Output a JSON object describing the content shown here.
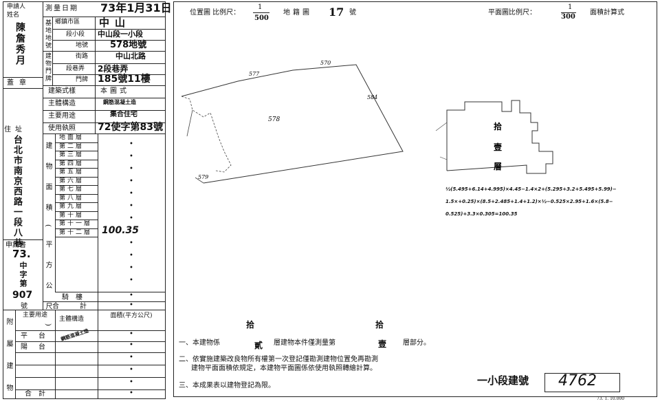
{
  "left_form": {
    "applicant_label": "申請人",
    "applicant_label2": "姓名",
    "applicant_name": "陳詹秀月",
    "seal_label": "蓋章",
    "address_label": "住址",
    "address_value": "台北市南京西路一段八巷",
    "application_label": "申請書",
    "application_year": "73.",
    "application_char": "中字第",
    "application_no": "907",
    "application_no_suffix": "號",
    "survey_date_label": "測量日期",
    "survey_date_value": "73年1月31日",
    "base_location_label": "基地地號",
    "township_label": "鄉鎮市區",
    "township_value": "中山",
    "section_label": "段小段",
    "section_value": "中山段一小段",
    "land_no_label": "地號",
    "land_no_value": "578地號",
    "building_no_label": "建物門牌",
    "street_label": "街路",
    "street_value": "中山北路",
    "lane_label": "段巷弄",
    "lane_value": "2段巷弄",
    "number_label": "門牌",
    "number_value": "185號11樓",
    "structure_label": "建築式樣",
    "structure_value": "本圖式",
    "main_structure_label": "主體構造",
    "main_structure_value": "鋼筋混凝土造",
    "main_use_label": "主要用途",
    "main_use_value": "集合住宅",
    "permit_label": "使用執照",
    "permit_value": "72使字第83號",
    "floor_area_label": "建物面積(平方公尺)",
    "floors": [
      "地面層",
      "第二層",
      "第三層",
      "第四層",
      "第五層",
      "第六層",
      "第七層",
      "第八層",
      "第九層",
      "第十層",
      "第十一層",
      "第十二層"
    ],
    "floor_11_value": "100.35",
    "balcony_label": "騎樓",
    "total_label": "合計",
    "attached_label": "附屬建物",
    "attached_use_label": "主要用途",
    "attached_structure_label": "主體構造",
    "attached_area_label": "面積(平方公尺)",
    "attached_rows": [
      "平台",
      "陽台"
    ],
    "attached_structure_value": "鋼筋混凝土造",
    "attached_total_label": "合計",
    "dot": "•"
  },
  "header": {
    "location_map_label": "位置圖 比例尺：",
    "location_scale_num": "1",
    "location_scale_den": "500",
    "land_label": "地籍圖",
    "land_no": "17",
    "land_suffix": "號",
    "plan_label": "平面圖比例尺：",
    "plan_scale_num": "1",
    "plan_scale_den": "300",
    "area_calc_label": "面積計算式"
  },
  "site_map": {
    "parcel_label": "578",
    "edge_top_left": "577",
    "edge_top_right": "570",
    "edge_right": "584",
    "edge_bottom": "579"
  },
  "floor_plan": {
    "label_1": "拾",
    "label_2": "壹",
    "label_3": "層",
    "formula_1": "½(5.495+6.14+4.995)×4.45−1.4×2+(5.295+3.2+5.495+5.99)−",
    "formula_2": "1.5×+0.25)×(8.5+2.485+1.4+1.2)×½−0.525×2.95+1.6×(5.8−",
    "formula_3": "0.525)+3.3×0.305=100.35"
  },
  "notes": {
    "floor_word_1": "拾",
    "floor_word_2": "拾",
    "note_1_a": "一、本建物係",
    "note_1_b": "貳",
    "note_1_c": "層建物本件僅測量第",
    "note_1_d": "壹",
    "note_1_e": "層部分。",
    "note_2_a": "二、依實施建築改良物所有權第一次登記僅勘測建物位置免再勘測",
    "note_2_b": "建物平面面積依規定，本建物平面圖係依使用執照轉繪計算。",
    "note_3": "三、本成果表以建物登記為限。",
    "stamp_label": "一小段建號",
    "stamp_value": "4762",
    "footer_date": "73. 1. 10.000"
  }
}
